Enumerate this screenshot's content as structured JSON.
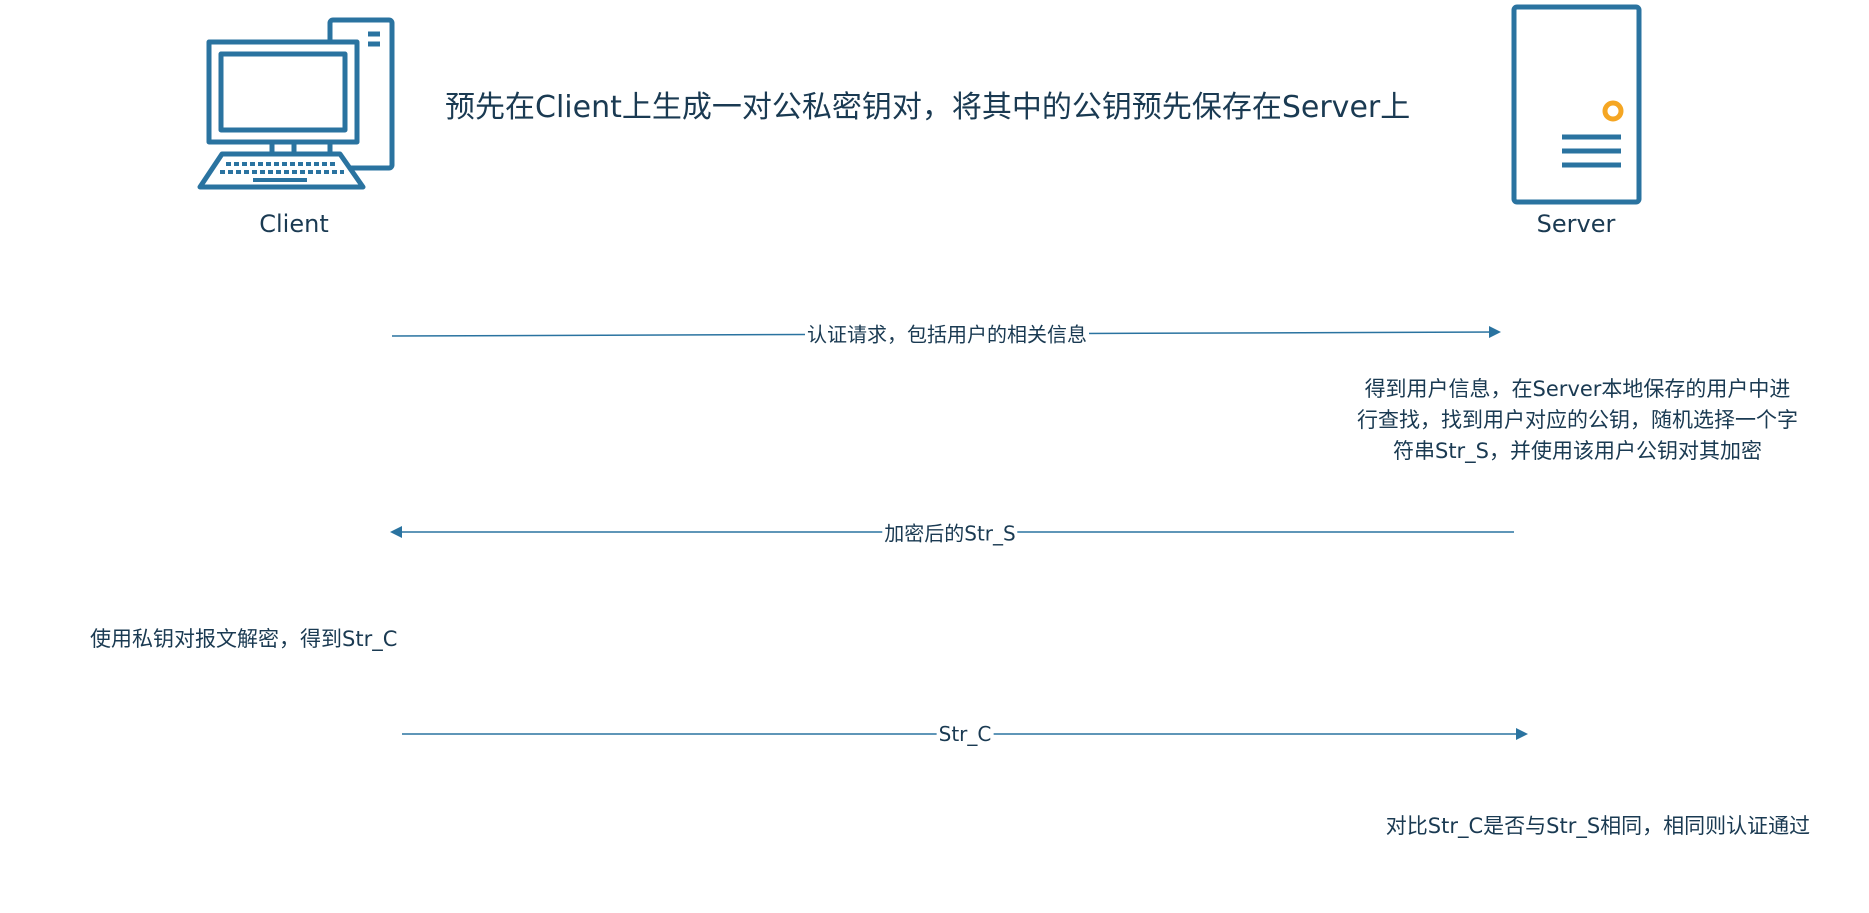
{
  "title": "预先在Client上生成一对公私密钥对，将其中的公钥预先保存在Server上",
  "nodes": {
    "client": {
      "label": "Client",
      "icon": "desktop-computer-icon"
    },
    "server": {
      "label": "Server",
      "icon": "server-tower-icon"
    }
  },
  "messages": [
    {
      "label": "认证请求，包括用户的相关信息",
      "direction": "client-to-server"
    },
    {
      "label": "加密后的Str_S",
      "direction": "server-to-client"
    },
    {
      "label": "Str_C",
      "direction": "client-to-server"
    }
  ],
  "notes": {
    "server_lookup": "得到用户信息，在Server本地保存的用户中进行查找，找到用户对应的公钥，随机选择一个字符串Str_S，并使用该用户公钥对其加密",
    "client_decrypt": "使用私钥对报文解密，得到Str_C",
    "server_compare": "对比Str_C是否与Str_S相同，相同则认证通过"
  },
  "colors": {
    "stroke": "#2a73a0",
    "text": "#1a3a52",
    "accent": "#f5a623"
  }
}
